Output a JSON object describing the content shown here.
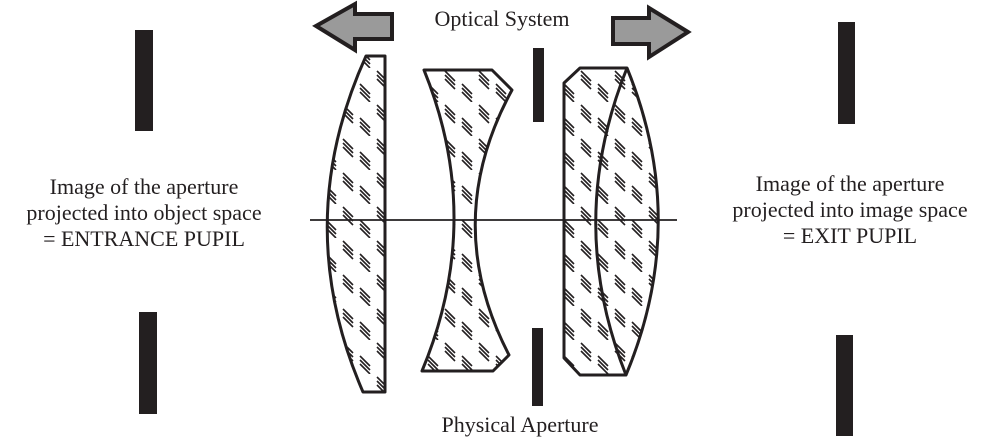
{
  "diagram": {
    "title": "Optical System",
    "physical_aperture_label": "Physical Aperture",
    "entrance_pupil": {
      "lines": [
        "Image of the aperture",
        "projected into object space",
        "= ENTRANCE PUPIL"
      ]
    },
    "exit_pupil": {
      "lines": [
        "Image of the aperture",
        "projected into image space",
        "= EXIT PUPIL"
      ]
    },
    "arrows": {
      "left": "arrow-left-icon",
      "right": "arrow-right-icon"
    },
    "colors": {
      "ink": "#231f20",
      "arrow_fill": "#9a9a9a",
      "background": "#ffffff"
    }
  }
}
